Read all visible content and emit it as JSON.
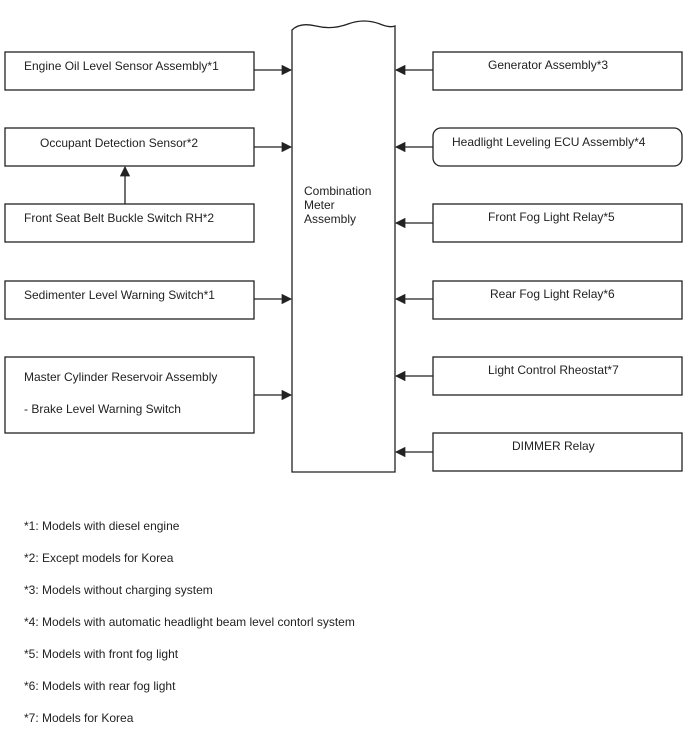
{
  "center_box": {
    "lines": [
      "Combination",
      "Meter",
      "Assembly"
    ]
  },
  "left_boxes": [
    {
      "id": "engine-oil",
      "lines": [
        "Engine Oil Level Sensor Assembly*1"
      ]
    },
    {
      "id": "occupant",
      "lines": [
        "Occupant Detection Sensor*2"
      ]
    },
    {
      "id": "seat-belt",
      "lines": [
        "Front Seat Belt Buckle Switch RH*2"
      ]
    },
    {
      "id": "sedimenter",
      "lines": [
        "Sedimenter Level Warning Switch*1"
      ]
    },
    {
      "id": "master-cylinder",
      "lines": [
        "Master Cylinder Reservoir Assembly",
        "- Brake Level Warning Switch"
      ]
    }
  ],
  "right_boxes": [
    {
      "id": "generator",
      "lines": [
        "Generator Assembly*3"
      ]
    },
    {
      "id": "headlight-leveling",
      "lines": [
        "Headlight Leveling ECU Assembly*4"
      ]
    },
    {
      "id": "front-fog",
      "lines": [
        "Front Fog Light Relay*5"
      ]
    },
    {
      "id": "rear-fog",
      "lines": [
        "Rear Fog Light Relay*6"
      ]
    },
    {
      "id": "rheostat",
      "lines": [
        "Light Control Rheostat*7"
      ]
    },
    {
      "id": "dimmer",
      "lines": [
        "DIMMER Relay"
      ]
    }
  ],
  "notes": [
    "*1: Models with diesel engine",
    "*2: Except models for Korea",
    "*3: Models without charging system",
    "*4: Models with automatic headlight beam level contorl system",
    "*5: Models with front fog light",
    "*6: Models with rear fog light",
    "*7: Models for Korea"
  ]
}
